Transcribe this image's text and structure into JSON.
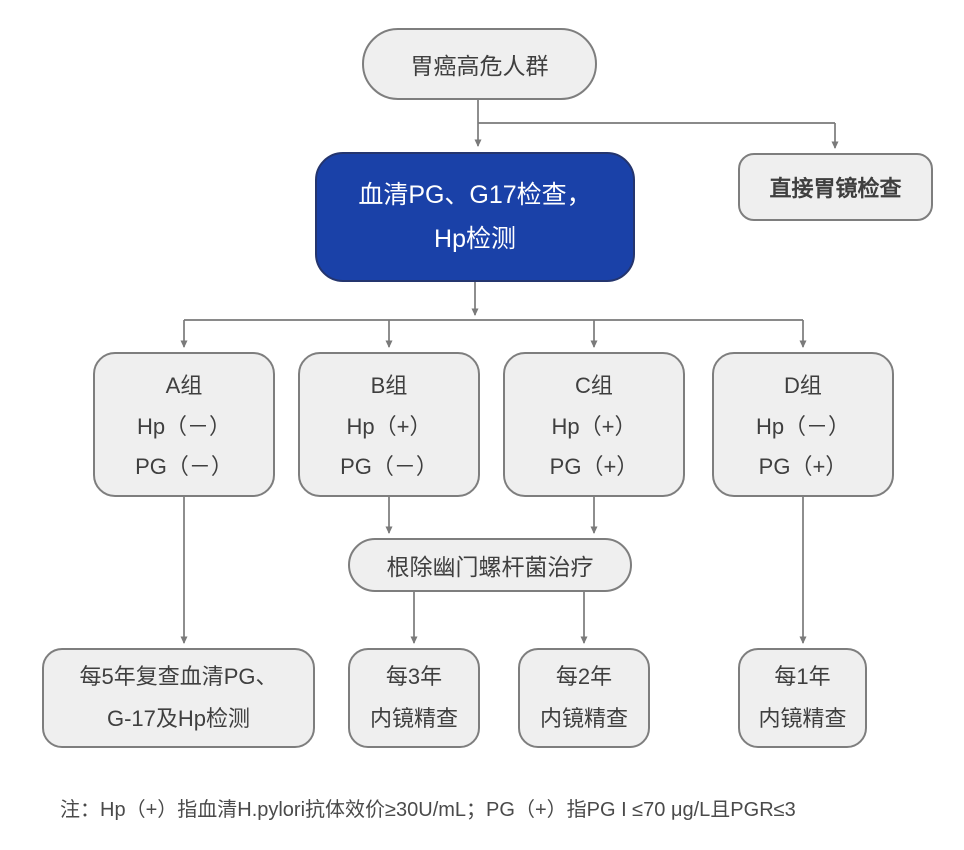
{
  "flowchart": {
    "start": {
      "label": "胃癌高危人群"
    },
    "serology": {
      "line1": "血清PG、G17检查，",
      "line2": "Hp检测"
    },
    "direct_gastroscopy": {
      "label": "直接胃镜检查"
    },
    "groups": [
      {
        "title": "A组",
        "hp": "Hp（－）",
        "pg": "PG（－）"
      },
      {
        "title": "B组",
        "hp": "Hp（+）",
        "pg": "PG（－）"
      },
      {
        "title": "C组",
        "hp": "Hp（+）",
        "pg": "PG（+）"
      },
      {
        "title": "D组",
        "hp": "Hp（－）",
        "pg": "PG（+）"
      }
    ],
    "eradication": {
      "label": "根除幽门螺杆菌治疗"
    },
    "followups": [
      {
        "line1": "每5年复查血清PG、",
        "line2": "G-17及Hp检测"
      },
      {
        "line1": "每3年",
        "line2": "内镜精查"
      },
      {
        "line1": "每2年",
        "line2": "内镜精查"
      },
      {
        "line1": "每1年",
        "line2": "内镜精查"
      }
    ],
    "note": "注：Hp（+）指血清H.pylori抗体效价≥30U/mL；PG（+）指PG I ≤70 μg/L且PGR≤3"
  },
  "colors": {
    "accent_fill": "#1a41a8",
    "accent_border": "#24356e",
    "accent_text": "#ffffff",
    "node_fill": "#efefef",
    "node_border": "#7e7e7e",
    "connector": "#7a7a7a",
    "text": "#3f3f3f",
    "note_text": "#4a4a4a",
    "background": "#ffffff"
  }
}
